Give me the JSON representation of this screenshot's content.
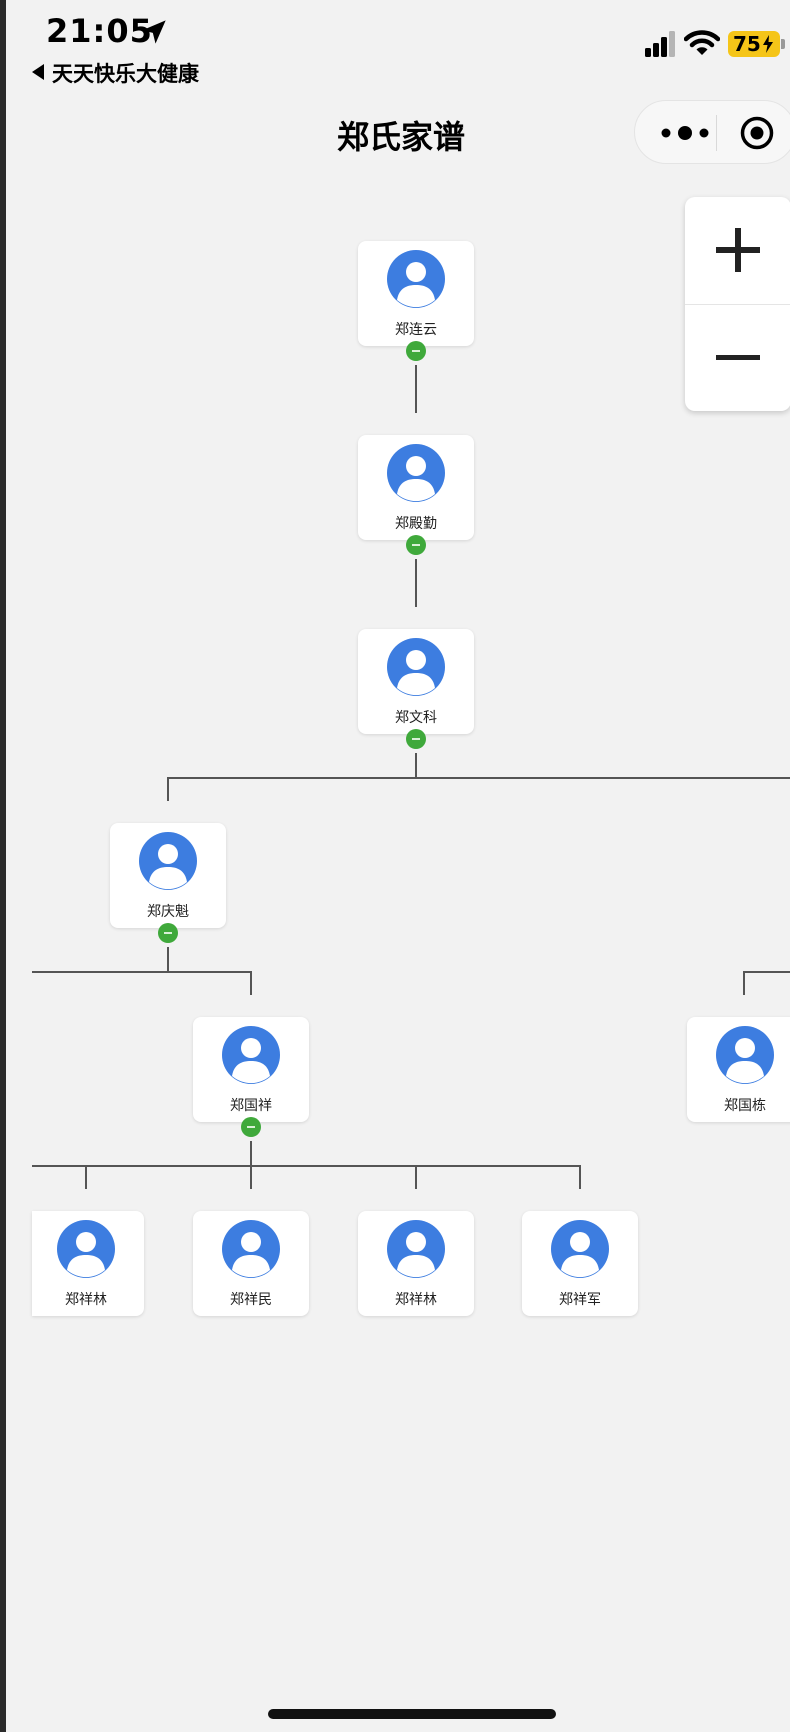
{
  "status_bar": {
    "time": "21:05",
    "battery": "75",
    "back_app": "天天快乐大健康"
  },
  "header": {
    "title": "郑氏家谱",
    "more_icon": "more-dots-icon",
    "close_icon": "target-circle-icon"
  },
  "zoom": {
    "zoom_in_icon": "plus-icon",
    "zoom_out_icon": "minus-icon"
  },
  "colors": {
    "avatar": "#3d7de0",
    "toggle": "#3fa93b",
    "line": "#555555",
    "battery": "#f5c518"
  },
  "tree": {
    "nodes": [
      {
        "name": "郑连云"
      },
      {
        "name": "郑殿勤"
      },
      {
        "name": "郑文科"
      },
      {
        "name": "郑庆魁"
      },
      {
        "name": "郑国祥"
      },
      {
        "name": "郑国栋"
      },
      {
        "name": "郑祥林"
      },
      {
        "name": "郑祥民"
      },
      {
        "name": "郑祥林"
      },
      {
        "name": "郑祥军"
      }
    ]
  }
}
